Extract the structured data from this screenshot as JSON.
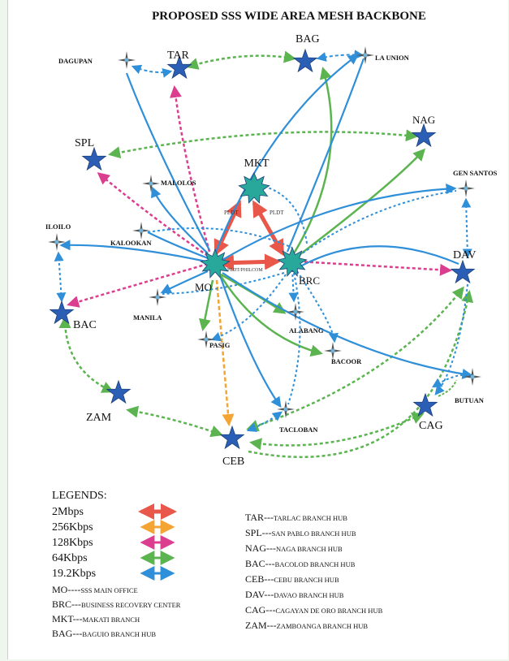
{
  "title": "PROPOSED SSS WIDE AREA MESH BACKBONE",
  "colors": {
    "c2m": "#e8574a",
    "c256": "#f4a433",
    "c128": "#dc3e8f",
    "c64": "#5bb44f",
    "c19": "#2f8fd8",
    "hub_star": "#2b5fb5",
    "main_node": "#28a89a",
    "cross_node": "#555555"
  },
  "nodes": {
    "MKT": "MKT",
    "MO": "MO",
    "BRC": "BRC",
    "TAR": "TAR",
    "BAG": "BAG",
    "NAG": "NAG",
    "SPL": "SPL",
    "DAV": "DAV",
    "BAC": "BAC",
    "ZAM": "ZAM",
    "CEB": "CEB",
    "CAG": "CAG",
    "DAGUPAN": "DAGUPAN",
    "LAUNION": "LA UNION",
    "GENSANTOS": "GEN SANTOS",
    "MALOLOS": "MALOLOS",
    "ILOILO": "ILOILO",
    "KALOOKAN": "KALOOKAN",
    "MANILA": "MANILA",
    "ALABANG": "ALABANG",
    "PASIG": "PASIG",
    "BACOOR": "BACOOR",
    "BUTUAN": "BUTUAN",
    "TACLOBAN": "TACLOBAN"
  },
  "link_labels": {
    "pldt_left": "PLDT",
    "pldt_right": "PLDT",
    "mo_brc": "PLDT/PHILCOM"
  },
  "legend": {
    "heading": "LEGENDS:",
    "speeds": [
      {
        "label": "2Mbps",
        "color": "#e8574a"
      },
      {
        "label": "256Kbps",
        "color": "#f4a433"
      },
      {
        "label": "128Kbps",
        "color": "#dc3e8f"
      },
      {
        "label": "64Kbps",
        "color": "#5bb44f"
      },
      {
        "label": "19.2Kbps",
        "color": "#2f8fd8"
      }
    ],
    "left_defs": [
      {
        "code": "MO----",
        "desc": "SSS MAIN OFFICE"
      },
      {
        "code": "BRC---",
        "desc": "BUSINESS RECOVERY CENTER"
      },
      {
        "code": "MKT---",
        "desc": "MAKATI BRANCH"
      },
      {
        "code": "BAG---",
        "desc": "BAGUIO BRANCH HUB"
      }
    ],
    "right_defs": [
      {
        "code": "TAR---",
        "desc": "TARLAC BRANCH HUB"
      },
      {
        "code": "SPL---",
        "desc": "SAN PABLO BRANCH HUB"
      },
      {
        "code": "NAG---",
        "desc": "NAGA BRANCH HUB"
      },
      {
        "code": "BAC---",
        "desc": "BACOLOD BRANCH HUB"
      },
      {
        "code": "CEB---",
        "desc": "CEBU BRANCH HUB"
      },
      {
        "code": "DAV---",
        "desc": "DAVAO BRANCH HUB"
      },
      {
        "code": "CAG---",
        "desc": "CAGAYAN DE ORO BRANCH HUB"
      },
      {
        "code": "ZAM---",
        "desc": "ZAMBOANGA BRANCH HUB"
      }
    ]
  }
}
